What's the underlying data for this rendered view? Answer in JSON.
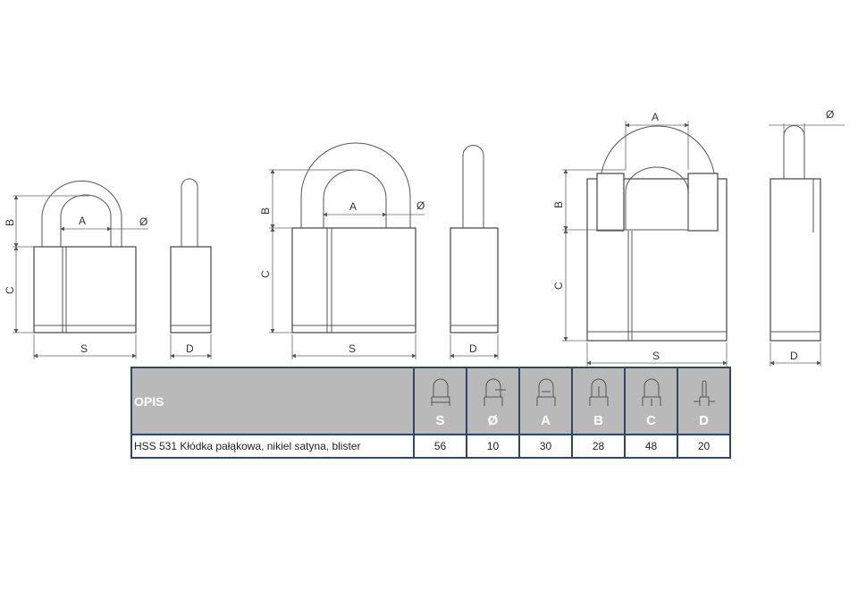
{
  "labels": {
    "A": "A",
    "B": "B",
    "C": "C",
    "S": "S",
    "D": "D",
    "phi": "Ø"
  },
  "table": {
    "header": {
      "desc": "OPIS",
      "cols": [
        "S",
        "Ø",
        "A",
        "B",
        "C",
        "D"
      ]
    },
    "row": {
      "desc": "HSS 531 Kłódka pałąkowa, nikiel satyna, blister",
      "values": [
        "56",
        "10",
        "30",
        "28",
        "48",
        "20"
      ]
    }
  },
  "colors": {
    "border": "#2e4766",
    "header_bg": "#b9b9b9"
  }
}
